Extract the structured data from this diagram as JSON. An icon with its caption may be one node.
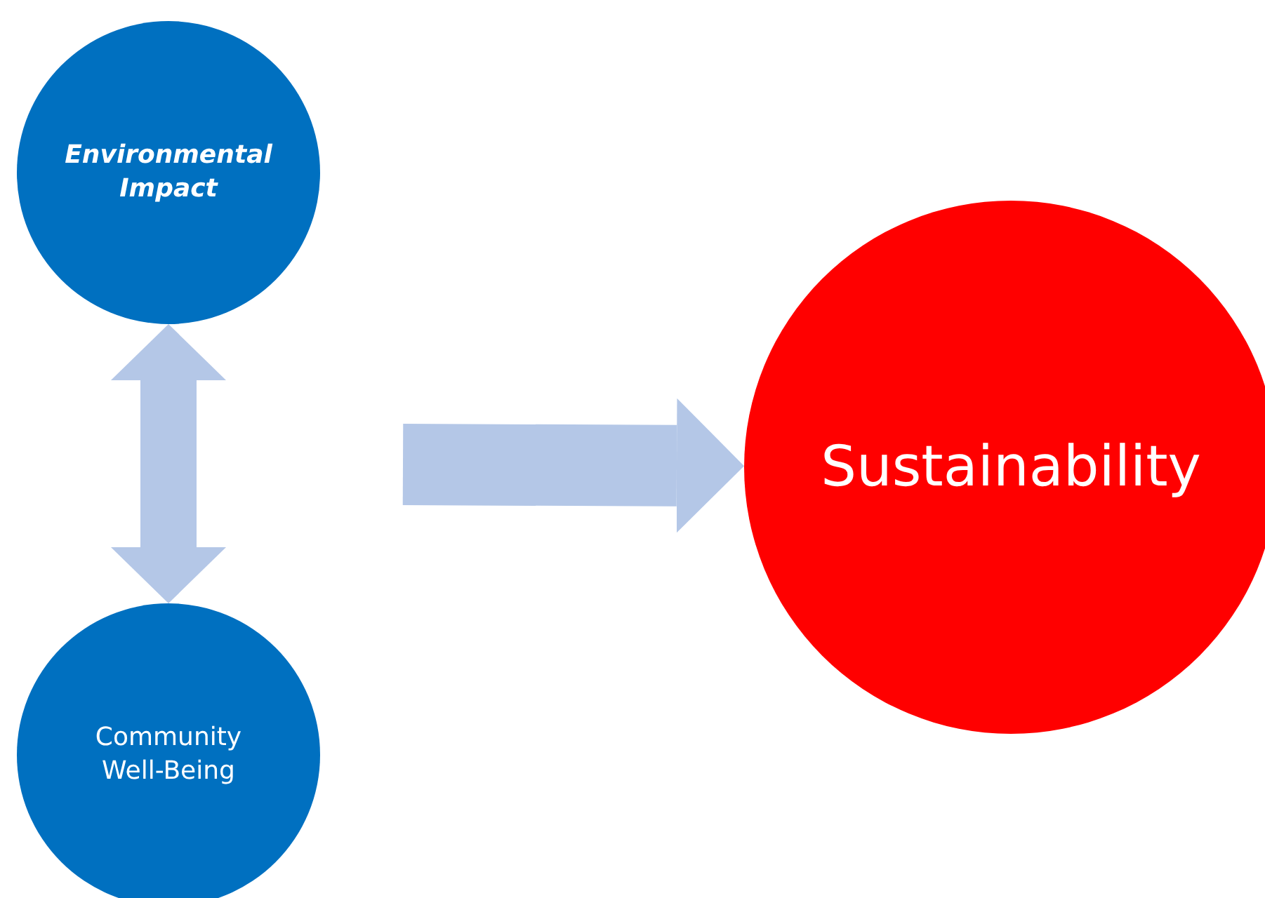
{
  "diagram": {
    "nodes": [
      {
        "text": [
          "Environmental Impact"
        ]
      },
      {
        "text": [
          "Community Well-Being"
        ]
      },
      {
        "text": [
          "Sustainability"
        ]
      }
    ],
    "edges": [
      {
        "from": 0,
        "to": 1,
        "arrow": "both"
      },
      {
        "from": null,
        "to": 2,
        "arrow": "to"
      }
    ]
  }
}
